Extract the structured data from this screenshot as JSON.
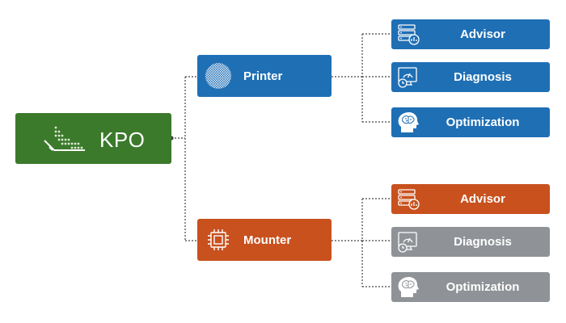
{
  "root": {
    "label": "KPO",
    "color": "#3b7a2b"
  },
  "branches": [
    {
      "label": "Printer",
      "color": "#1f6fb5",
      "icon": "circle-pattern-icon",
      "children": [
        {
          "label": "Advisor",
          "icon": "server-chart-icon",
          "color": "#1f6fb5"
        },
        {
          "label": "Diagnosis",
          "icon": "monitor-gauge-icon",
          "color": "#1f6fb5"
        },
        {
          "label": "Optimization",
          "icon": "brain-head-icon",
          "color": "#1f6fb5"
        }
      ]
    },
    {
      "label": "Mounter",
      "color": "#c8511e",
      "icon": "chip-icon",
      "children": [
        {
          "label": "Advisor",
          "icon": "server-chart-icon",
          "color": "#c8511e"
        },
        {
          "label": "Diagnosis",
          "icon": "monitor-gauge-icon",
          "color": "#8f9397"
        },
        {
          "label": "Optimization",
          "icon": "brain-head-icon",
          "color": "#8f9397"
        }
      ]
    }
  ]
}
